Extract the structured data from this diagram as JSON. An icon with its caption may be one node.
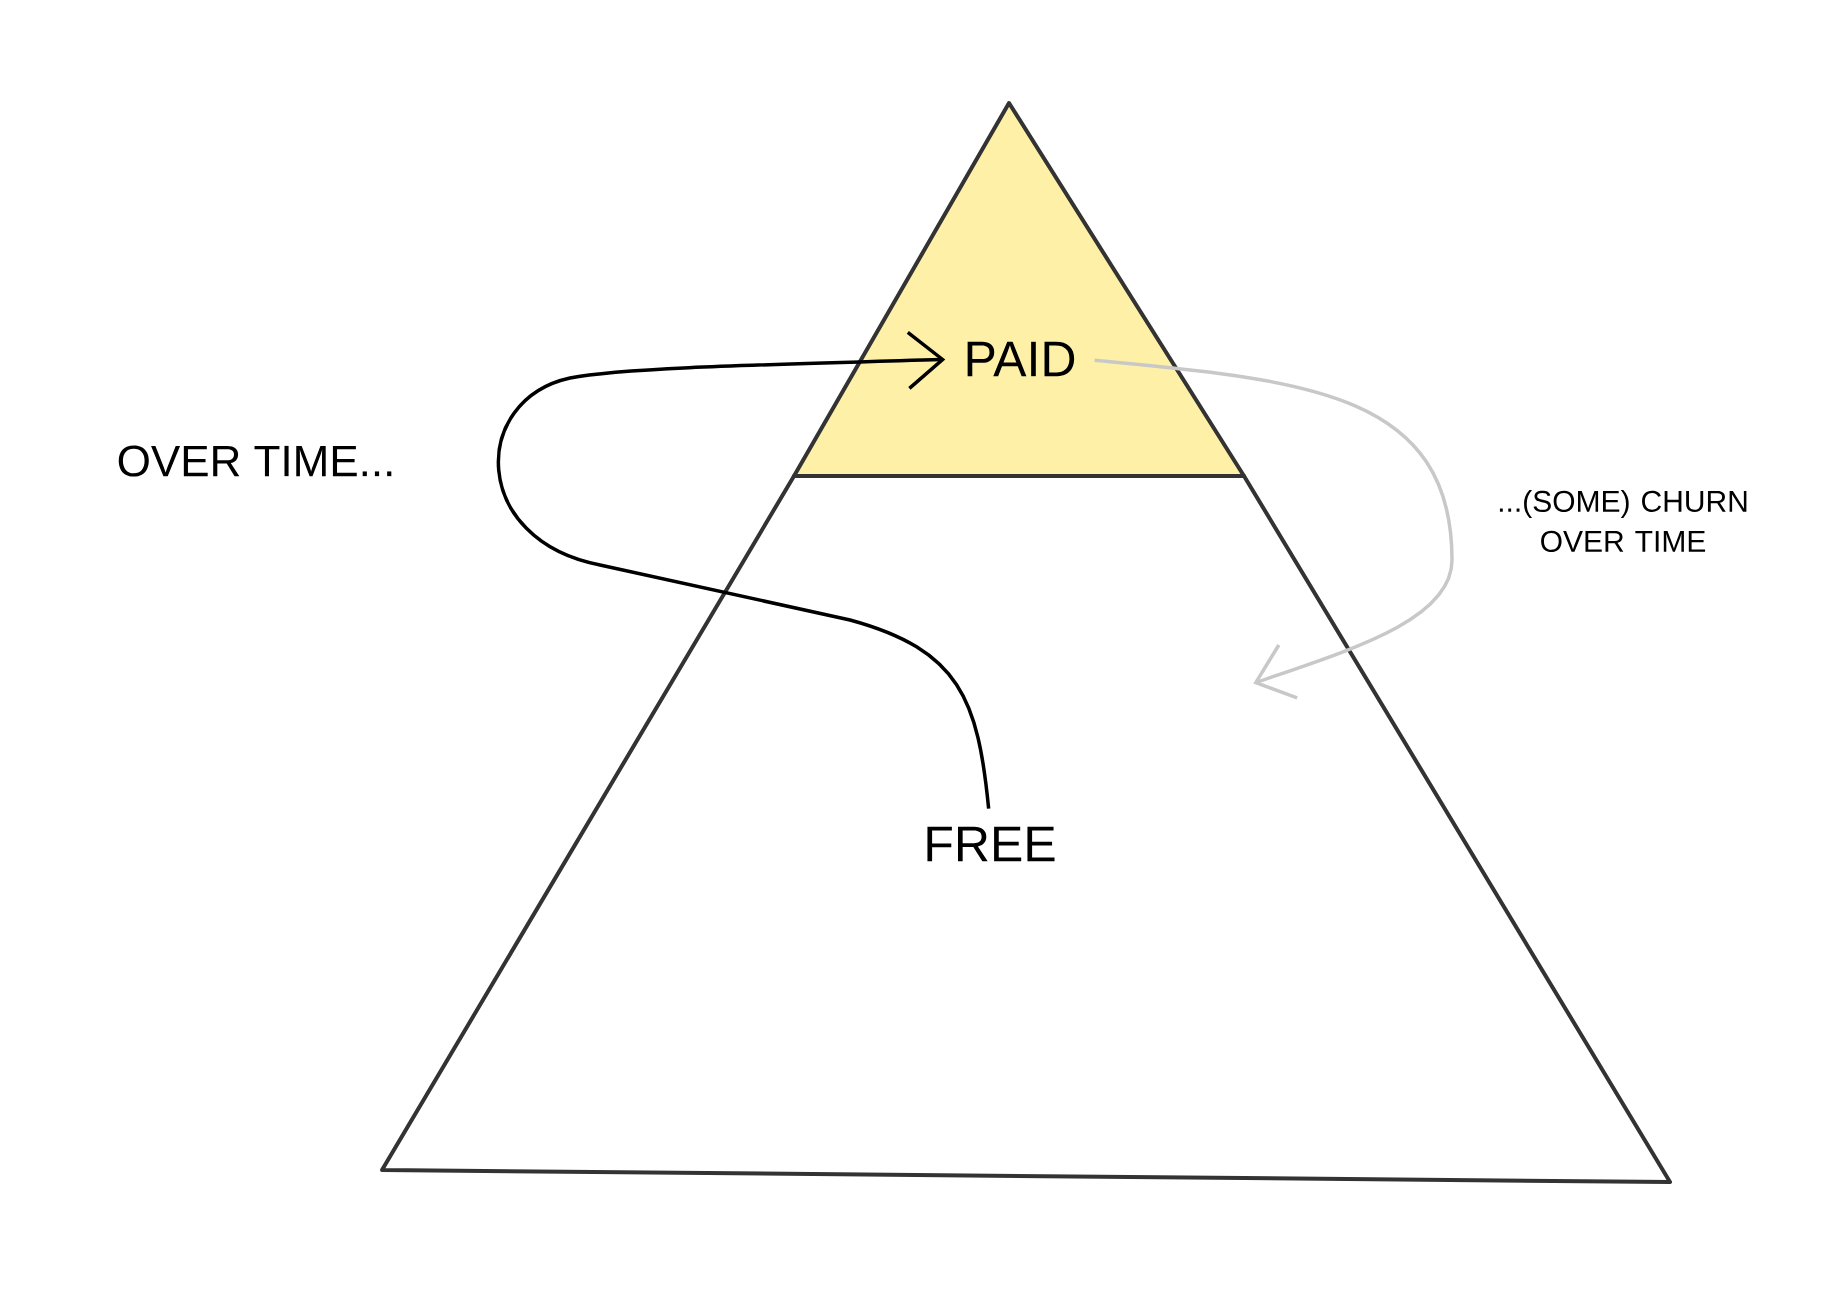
{
  "diagram": {
    "nodes": [
      {
        "text": [
          "PAID"
        ]
      },
      {
        "text": [
          "FREE"
        ]
      }
    ],
    "edges": [
      {
        "from": 1,
        "to": 0,
        "arrow": "to",
        "label": "OVER TIME..."
      },
      {
        "from": 0,
        "to": 1,
        "arrow": "to",
        "label": "...(SOME) CHURN OVER TIME",
        "color": "#c8c8c8"
      }
    ]
  }
}
